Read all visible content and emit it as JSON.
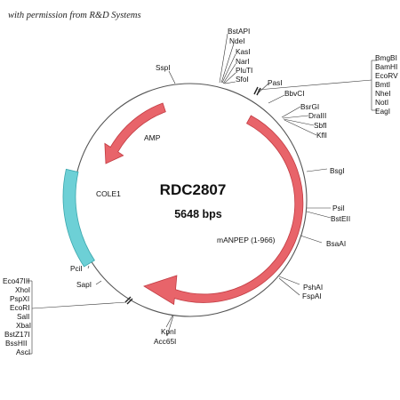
{
  "header": {
    "credit": "with permission from R&D Systems"
  },
  "plasmid": {
    "name": "RDC2807",
    "size": "5648 bps"
  },
  "features": {
    "amp": "AMP",
    "cole1": "COLE1",
    "manpep": "mANPEP (1-966)"
  },
  "colors": {
    "arrow": "#e8646a",
    "arrow_stroke": "#c23b42",
    "origin": "#6dd0d6",
    "origin_stroke": "#3aa7ad",
    "backbone": "#555555"
  },
  "sites": {
    "top": [
      "BstAPI",
      "NdeI",
      "KasI",
      "NarI",
      "PluTI",
      "SfoI"
    ],
    "right_top": [
      "BmgBI",
      "BamHI",
      "EcoRV",
      "BmtI",
      "NheI",
      "NotI",
      "EagI"
    ],
    "bottom_left": [
      "Eco47III",
      "XhoI",
      "PspXI",
      "EcoRI",
      "SalI",
      "XbaI",
      "BstZ17I",
      "BssHII",
      "AscI"
    ],
    "sspI": "SspI",
    "pasI": "PasI",
    "bbvCI": "BbvCI",
    "bsrGI": "BsrGI",
    "draIII": "DraIII",
    "sbfI": "SbfI",
    "kflI": "KflI",
    "bsgI": "BsgI",
    "psiI": "PsiI",
    "bstEII": "BstEII",
    "bsaAI": "BsaAI",
    "pshAI": "PshAI",
    "fspAI": "FspAI",
    "kpnI": "KpnI",
    "acc65I": "Acc65I",
    "pciI": "PciI",
    "sapI": "SapI"
  }
}
